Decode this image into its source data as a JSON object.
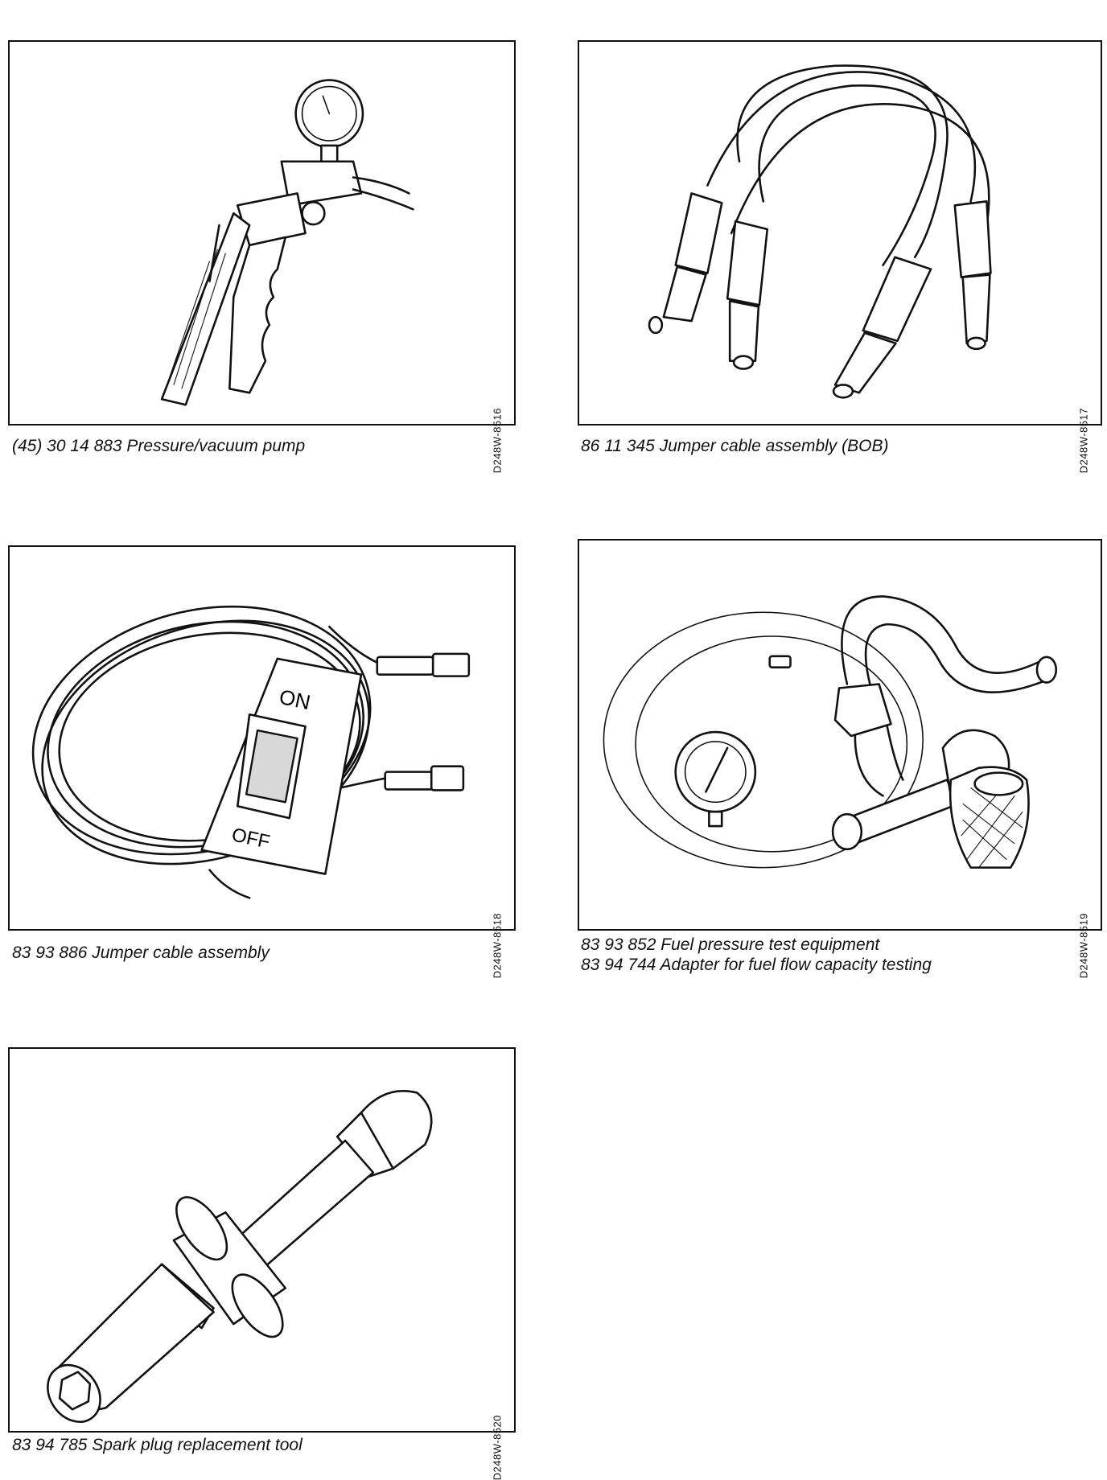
{
  "figures": [
    {
      "code": "D248W-8516",
      "caption_lines": [
        "(45) 30 14 883 Pressure/vacuum pump"
      ],
      "illustration": "pressure-vacuum-pump"
    },
    {
      "code": "D248W-8517",
      "caption_lines": [
        "86 11 345 Jumper cable assembly (BOB)"
      ],
      "illustration": "jumper-cable-bob"
    },
    {
      "code": "D248W-8518",
      "caption_lines": [
        "83 93 886 Jumper cable assembly"
      ],
      "illustration": "jumper-cable-switch",
      "switch_on_label": "ON",
      "switch_off_label": "OFF"
    },
    {
      "code": "D248W-8519",
      "caption_lines": [
        "83 93 852 Fuel pressure test equipment",
        "83 94 744 Adapter for fuel flow capacity testing"
      ],
      "illustration": "fuel-pressure-test-equipment"
    },
    {
      "code": "D248W-8520",
      "caption_lines": [
        "83 94 785 Spark plug replacement tool"
      ],
      "illustration": "spark-plug-tool"
    }
  ]
}
